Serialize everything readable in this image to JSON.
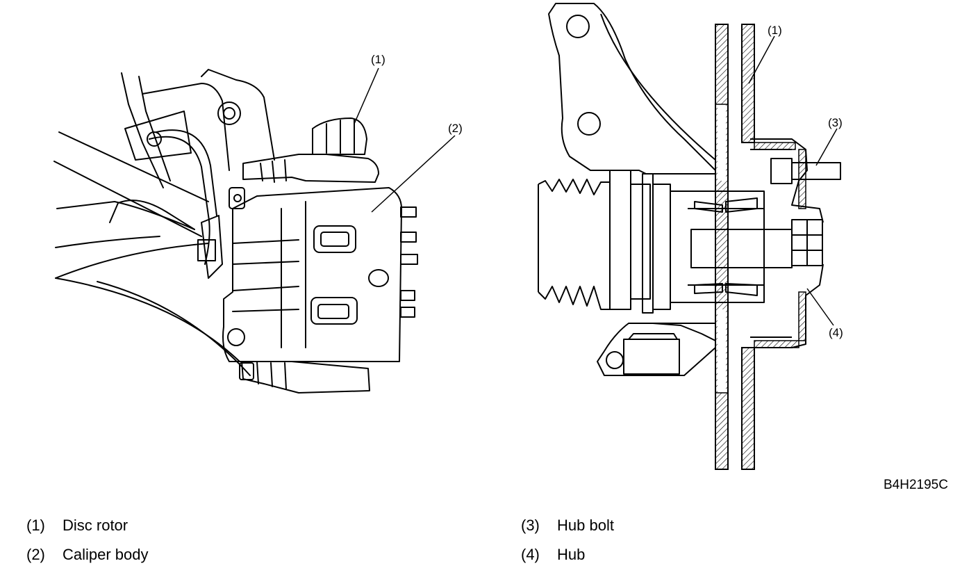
{
  "figure": {
    "left_callouts": [
      "(1)",
      "(2)"
    ],
    "right_callouts": [
      "(1)",
      "(3)",
      "(4)"
    ],
    "code": "B4H2195C"
  },
  "legend": [
    {
      "num": "(1)",
      "label": "Disc rotor"
    },
    {
      "num": "(2)",
      "label": "Caliper body"
    },
    {
      "num": "(3)",
      "label": "Hub bolt"
    },
    {
      "num": "(4)",
      "label": "Hub"
    }
  ]
}
